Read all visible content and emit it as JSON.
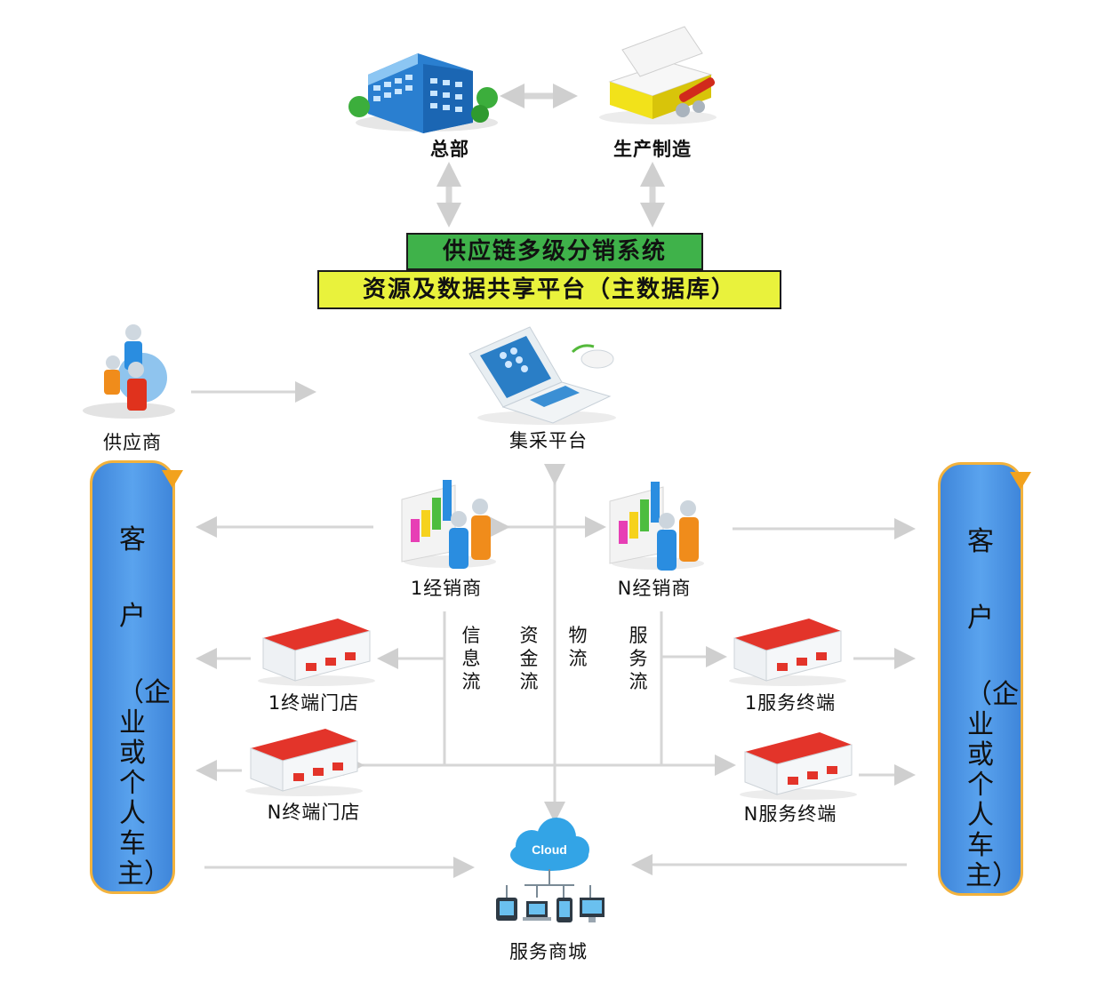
{
  "nodes": {
    "hq": "总部",
    "manufacturing": "生产制造",
    "supplier": "供应商",
    "procurement_platform": "集采平台",
    "distributor_1": "1经销商",
    "distributor_n": "N经销商",
    "terminal_store_1": "1终端门店",
    "terminal_store_n": "N终端门店",
    "service_terminal_1": "1服务终端",
    "service_terminal_n": "N服务终端",
    "service_mall": "服务商城"
  },
  "banners": {
    "system": "供应链多级分销系统",
    "platform": "资源及数据共享平台（主数据库）"
  },
  "customers": {
    "line1": "客",
    "line2": "户",
    "line3": "（企业或个人车主）"
  },
  "flows": {
    "info": "信息流",
    "funds": "资金流",
    "logistics": "物流",
    "service": "服务流"
  },
  "cloud_label": "Cloud",
  "colors": {
    "arrow": "#d6d6d6",
    "banner_green": "#3fb24a",
    "banner_yellow": "#e9f23c",
    "customer_fill": "#4a95e6",
    "customer_border": "#f2b23d"
  }
}
